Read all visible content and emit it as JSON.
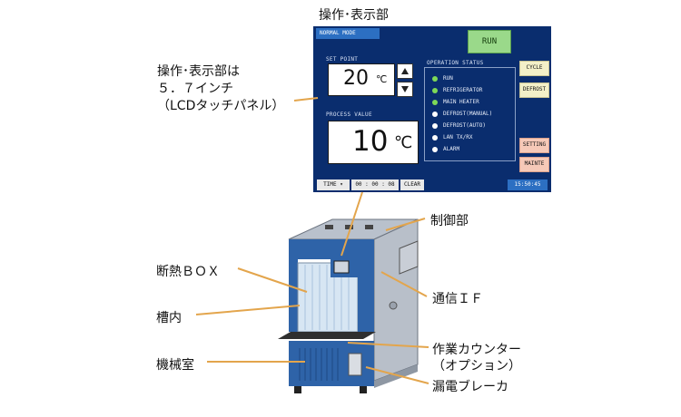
{
  "panel_caption": "操作･表示部",
  "panel_desc": [
    "操作･表示部は",
    "５．７インチ",
    "（LCDタッチパネル）"
  ],
  "lcd": {
    "mode": "NORMAL MODE",
    "run": "RUN",
    "set_point_label": "SET POINT",
    "set_point_value": "20",
    "set_point_unit": "℃",
    "process_value_label": "PROCESS VALUE",
    "process_value": "10",
    "process_unit": "℃",
    "operation_status_label": "OPERATION STATUS",
    "status_items": [
      {
        "label": "RUN",
        "color": "#7ed957"
      },
      {
        "label": "REFRIGERATOR",
        "color": "#7ed957"
      },
      {
        "label": "MAIN HEATER",
        "color": "#7ed957"
      },
      {
        "label": "DEFROST(MANUAL)",
        "color": "#ffffff"
      },
      {
        "label": "DEFROST(AUTO)",
        "color": "#ffffff"
      },
      {
        "label": "LAN TX/RX",
        "color": "#ffffff"
      },
      {
        "label": "ALARM",
        "color": "#ffffff"
      }
    ],
    "cycle": "CYCLE",
    "defrost": "DEFROST",
    "setting": "SETTING",
    "mainte": "MAINTE",
    "time_label": "TIME ▾",
    "time_value": "00 : 00 : 08",
    "clear": "CLEAR",
    "clock": "15:50:45"
  },
  "labels": {
    "control": "制御部",
    "insulation": "断熱ＢＯＸ",
    "chamber": "槽内",
    "comm": "通信ＩＦ",
    "machine": "機械室",
    "counter_1": "作業カウンター",
    "counter_2": "（オプション）",
    "breaker": "漏電ブレーカ"
  }
}
